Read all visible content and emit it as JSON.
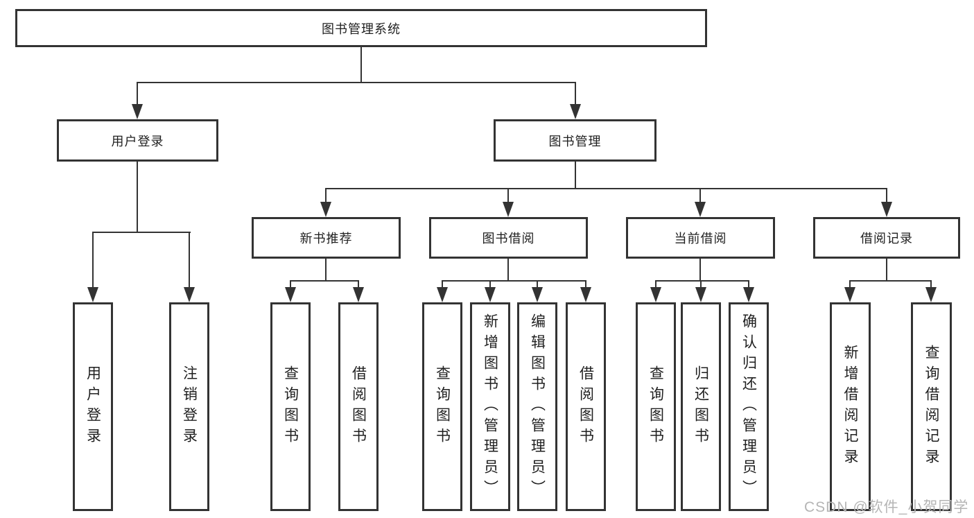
{
  "tree": {
    "root": "图书管理系统",
    "children": [
      {
        "label": "用户登录",
        "children": [
          {
            "label": "用户登录"
          },
          {
            "label": "注销登录"
          }
        ]
      },
      {
        "label": "图书管理",
        "children": [
          {
            "label": "新书推荐",
            "children": [
              {
                "label": "查询图书"
              },
              {
                "label": "借阅图书"
              }
            ]
          },
          {
            "label": "图书借阅",
            "children": [
              {
                "label": "查询图书"
              },
              {
                "label": "新增图书（管理员）"
              },
              {
                "label": "编辑图书（管理员）"
              },
              {
                "label": "借阅图书"
              }
            ]
          },
          {
            "label": "当前借阅",
            "children": [
              {
                "label": "查询图书"
              },
              {
                "label": "归还图书"
              },
              {
                "label": "确认归还（管理员）"
              }
            ]
          },
          {
            "label": "借阅记录",
            "children": [
              {
                "label": "新增借阅记录"
              },
              {
                "label": "查询借阅记录"
              }
            ]
          }
        ]
      }
    ]
  },
  "watermark": "CSDN @软件_小贺同学",
  "colors": {
    "line": "#333333",
    "text": "#1f1f1f",
    "watermark": "#b5b5b5",
    "background": "#ffffff"
  }
}
